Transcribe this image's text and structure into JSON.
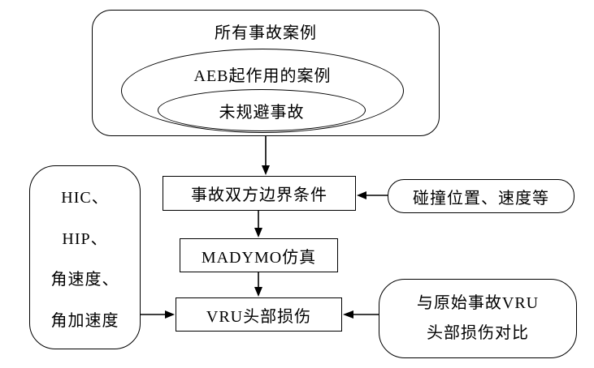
{
  "diagram": {
    "colors": {
      "stroke": "#000000",
      "background": "#ffffff"
    },
    "top_group": {
      "title": "所有事故案例",
      "ellipse_outer": "AEB起作用的案例",
      "ellipse_inner": "未规避事故"
    },
    "boundary_box": {
      "label": "事故双方边界条件"
    },
    "collision_box": {
      "label": "碰撞位置、速度等"
    },
    "madymo_box": {
      "label": "MADYMO仿真"
    },
    "vru_box": {
      "label": "VRU头部损伤"
    },
    "metrics_box": {
      "lines": [
        "HIC、",
        "HIP、",
        "角速度、",
        "角加速度"
      ]
    },
    "compare_box": {
      "lines": [
        "与原始事故VRU",
        "头部损伤对比"
      ]
    }
  }
}
